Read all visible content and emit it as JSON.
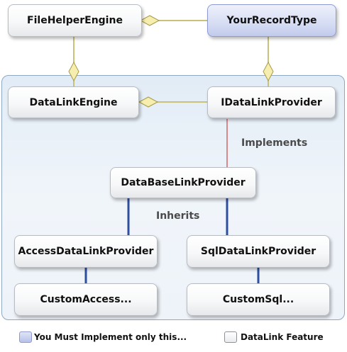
{
  "nodes": {
    "file_helper_engine": "FileHelperEngine",
    "your_record_type": "YourRecordType",
    "data_link_engine": "DataLinkEngine",
    "idata_link_provider": "IDataLinkProvider",
    "database_link_provider": "DataBaseLinkProvider",
    "access_data_link_provider": "AccessDataLinkProvider",
    "sql_data_link_provider": "SqlDataLinkProvider",
    "custom_access": "CustomAccess...",
    "custom_sql": "CustomSql..."
  },
  "relations": {
    "implements": "Implements",
    "inherits": "Inherits"
  },
  "legend": {
    "implement_label": "You Must Implement only this...",
    "feature_label": "DataLink Feature"
  },
  "colors": {
    "implements_line": "#d9888c",
    "inherits_line": "#2e4fa0",
    "association_line": "#c9c27a",
    "diamond_fill": "#f6eeae",
    "highlight_fill": "#c2cbec"
  }
}
